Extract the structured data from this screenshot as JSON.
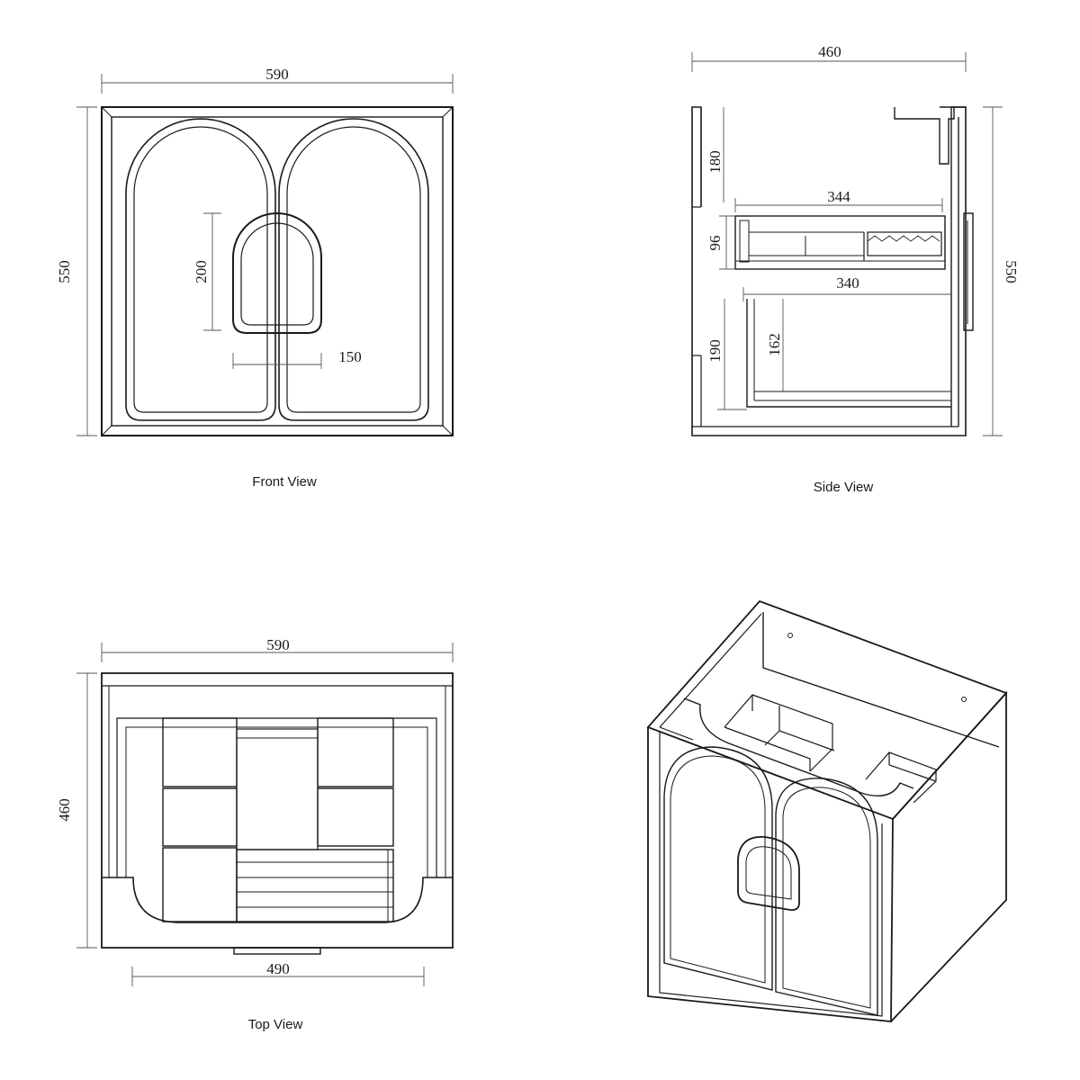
{
  "views": {
    "front": {
      "caption": "Front View",
      "width": "590",
      "height": "550",
      "handle_height": "200",
      "handle_width": "150"
    },
    "side": {
      "caption": "Side View",
      "depth": "460",
      "height": "550",
      "top_space": "180",
      "drawer_depth": "344",
      "drawer_height": "96",
      "lower_depth": "340",
      "lower_space": "190",
      "lower_inner": "162"
    },
    "top": {
      "caption": "Top View",
      "width": "590",
      "depth": "460",
      "front_width": "490"
    }
  },
  "colors": {
    "line": "#1a1a1a",
    "dimension": "#555555",
    "background": "#ffffff"
  }
}
